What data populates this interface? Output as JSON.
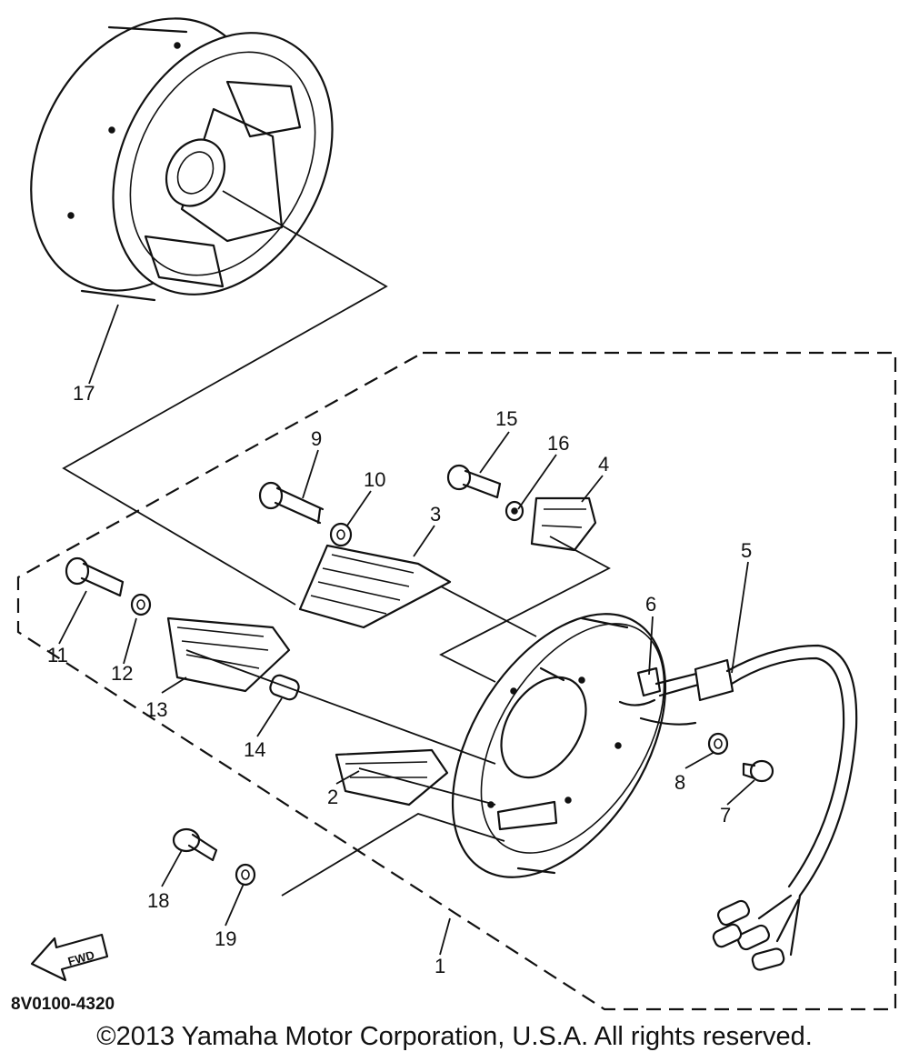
{
  "callouts": [
    "1",
    "2",
    "3",
    "4",
    "5",
    "6",
    "7",
    "8",
    "9",
    "10",
    "11",
    "12",
    "13",
    "14",
    "15",
    "16",
    "17",
    "18",
    "19"
  ],
  "fwd_label": "FWD",
  "diagram_code": "8V0100-4320",
  "copyright": "©2013 Yamaha Motor Corporation, U.S.A. All rights reserved."
}
